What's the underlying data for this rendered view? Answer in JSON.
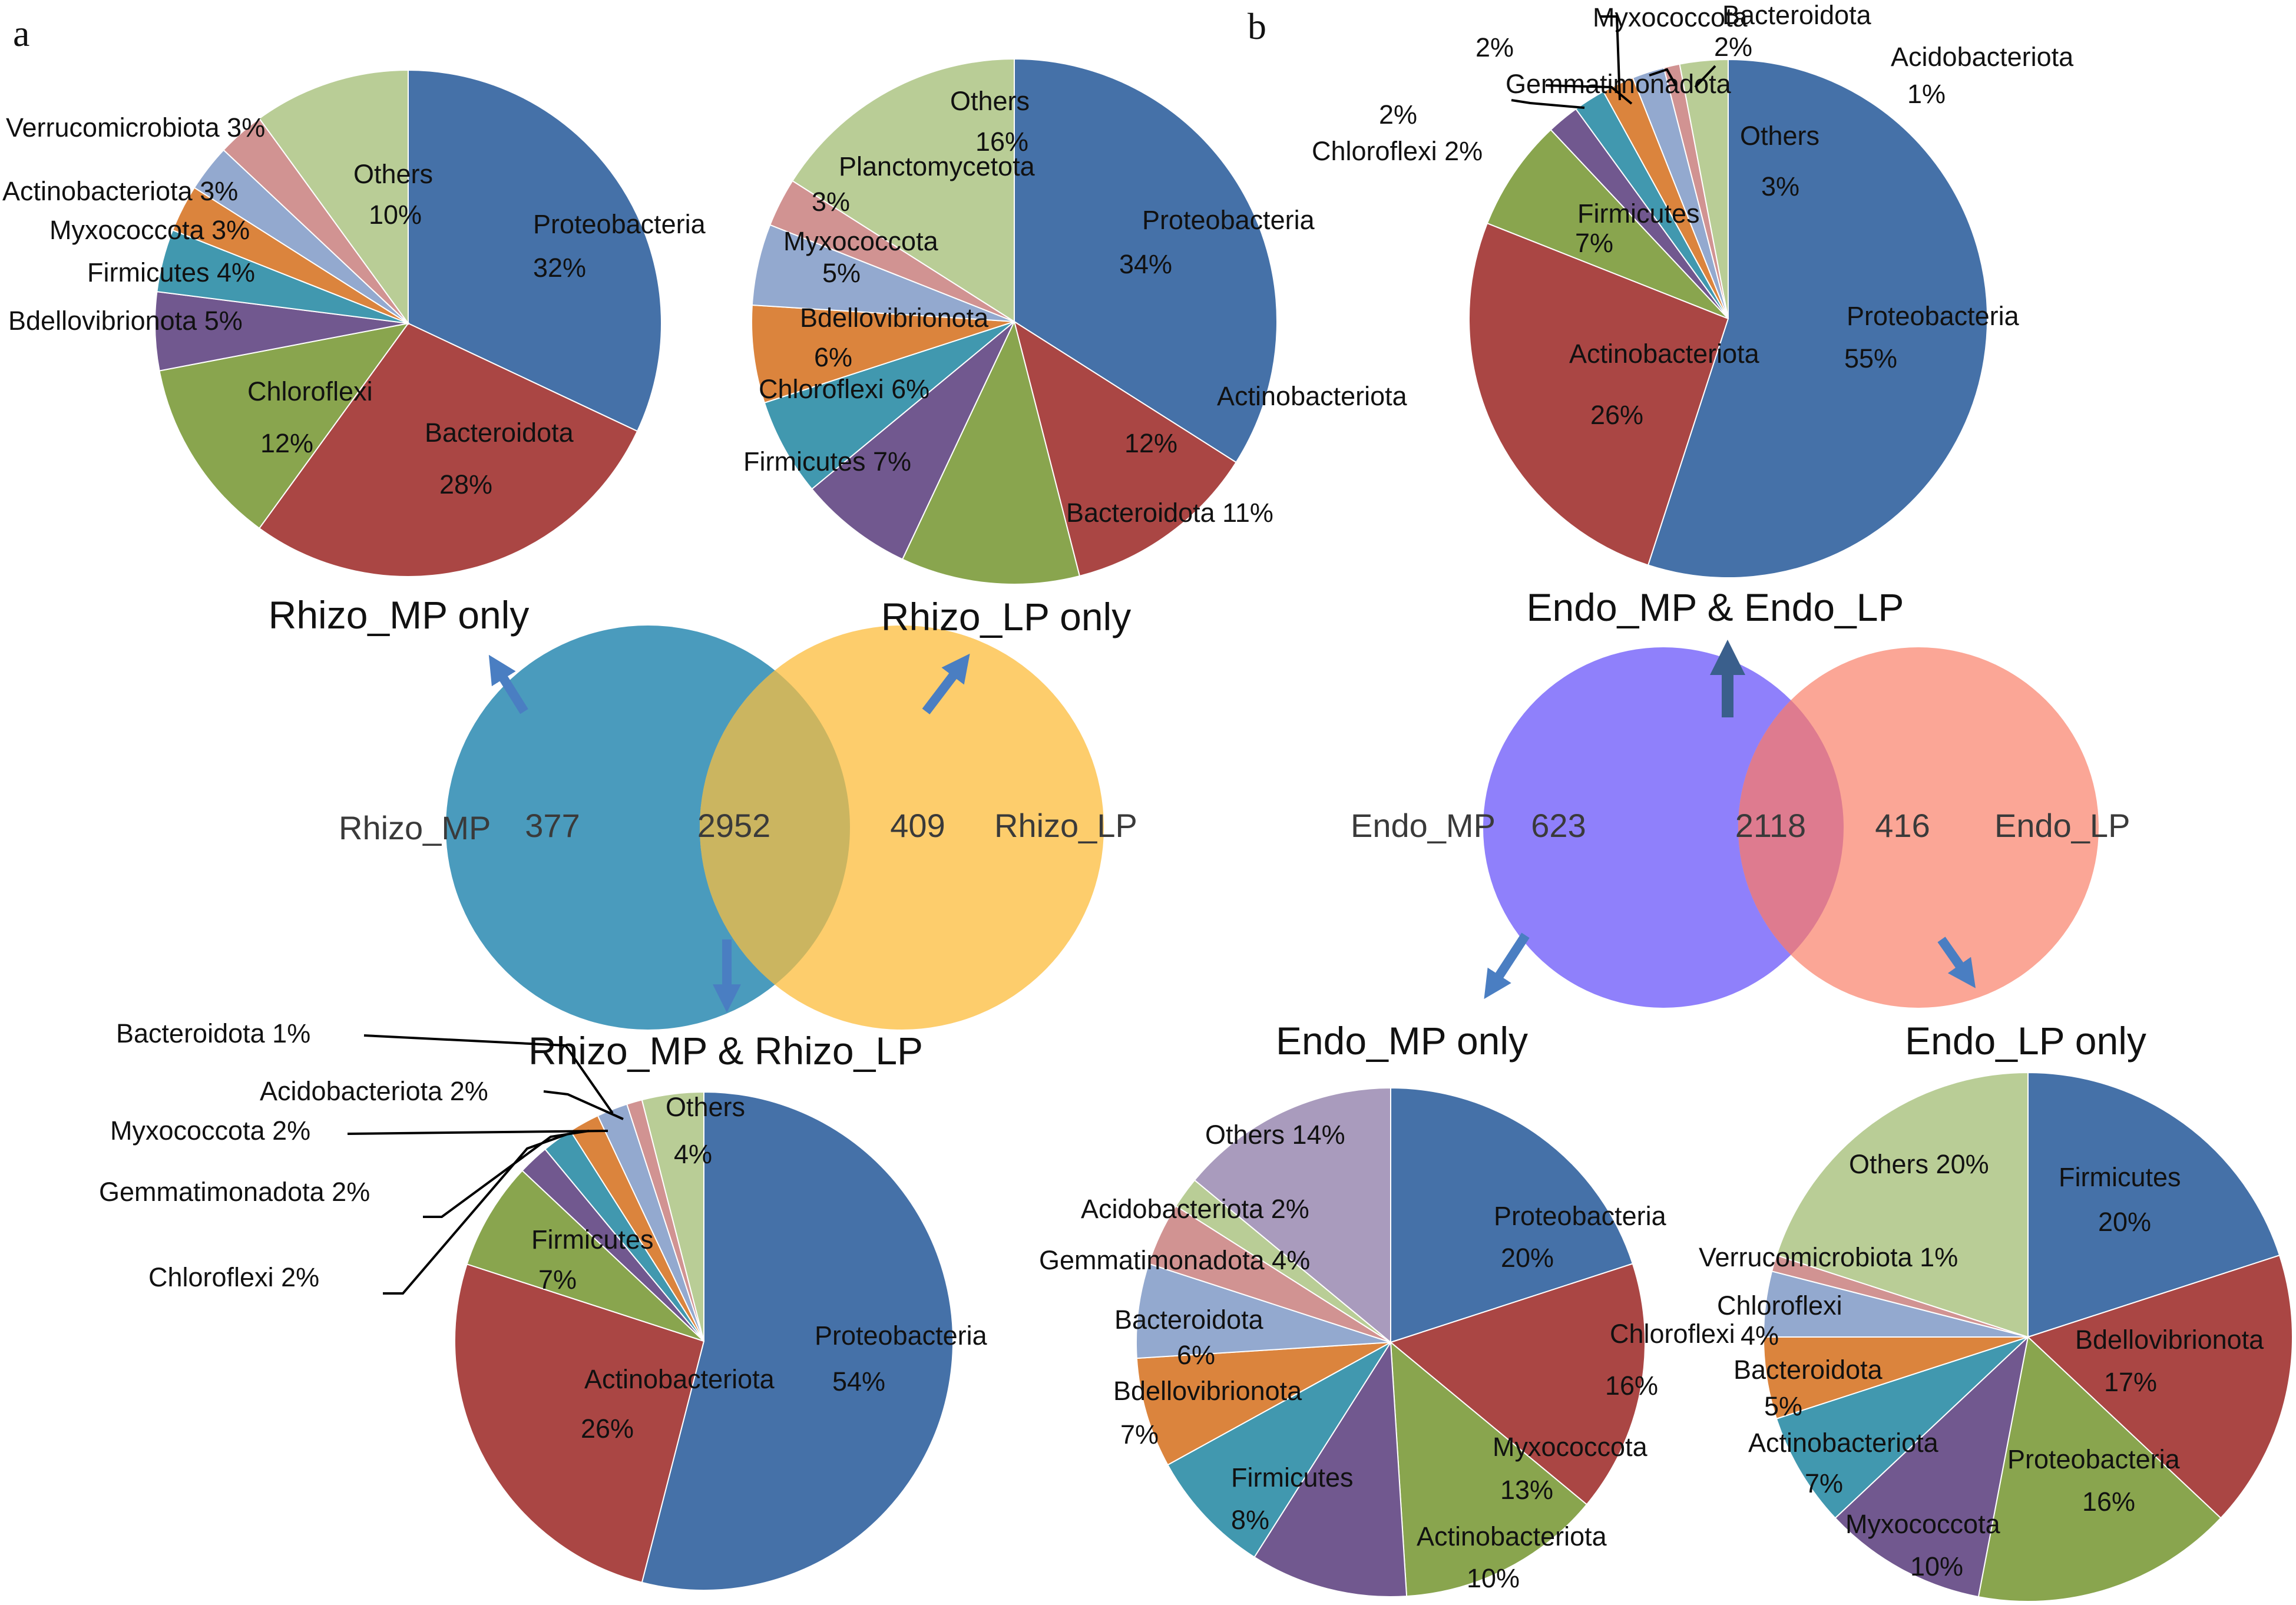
{
  "colors": {
    "blue": "#4571a8",
    "red": "#aa4644",
    "green": "#89a54e",
    "purple": "#71588f",
    "teal": "#4198af",
    "orange": "#db843d",
    "lightblue": "#93a9cf",
    "pink": "#d19392",
    "lightgreen": "#b9cd96",
    "lavender": "#a99bbd",
    "arrow": "#4a7ec2",
    "darkarrow": "#3a5f8c",
    "leader": "#000000"
  },
  "panel_letters": [
    "a",
    "b"
  ],
  "venns": [
    {
      "left_name": "Rhizo_MP",
      "right_name": "Rhizo_LP",
      "left_only": "377",
      "shared": "2952",
      "right_only": "409",
      "left_color": "#4a9bbd",
      "right_color": "#fdcd6c",
      "overlap_color": "#cbb560"
    },
    {
      "left_name": "Endo_MP",
      "right_name": "Endo_LP",
      "left_only": "623",
      "shared": "2118",
      "right_only": "416",
      "left_color": "#8f80fb",
      "right_color": "#fba696",
      "overlap_color": "#de7b8f"
    }
  ],
  "titles": {
    "rhizo_mp_only": "Rhizo_MP only",
    "rhizo_lp_only": "Rhizo_LP only",
    "rhizo_shared": "Rhizo_MP & Rhizo_LP",
    "endo_shared": "Endo_MP & Endo_LP",
    "endo_mp_only": "Endo_MP only",
    "endo_lp_only": "Endo_LP only"
  },
  "chart_data": [
    {
      "type": "pie",
      "title": "Rhizo_MP only",
      "slices": [
        {
          "label": "Proteobacteria",
          "value": 32,
          "text": "32%",
          "color": "blue"
        },
        {
          "label": "Bacteroidota",
          "value": 28,
          "text": "28%",
          "color": "red"
        },
        {
          "label": "Chloroflexi",
          "value": 12,
          "text": "12%",
          "color": "green"
        },
        {
          "label": "Bdellovibrionota",
          "value": 5,
          "text": "5%",
          "color": "purple"
        },
        {
          "label": "Firmicutes",
          "value": 4,
          "text": "4%",
          "color": "teal"
        },
        {
          "label": "Myxococcota",
          "value": 3,
          "text": "3%",
          "color": "orange"
        },
        {
          "label": "Actinobacteriota",
          "value": 3,
          "text": "3%",
          "color": "lightblue"
        },
        {
          "label": "Verrucomicrobiota",
          "value": 3,
          "text": "3%",
          "color": "pink"
        },
        {
          "label": "Others",
          "value": 10,
          "text": "10%",
          "color": "lightgreen"
        }
      ]
    },
    {
      "type": "pie",
      "title": "Rhizo_LP only",
      "slices": [
        {
          "label": "Proteobacteria",
          "value": 34,
          "text": "34%",
          "color": "blue"
        },
        {
          "label": "Actinobacteriota",
          "value": 12,
          "text": "12%",
          "color": "red"
        },
        {
          "label": "Bacteroidota",
          "value": 11,
          "text": "11%",
          "color": "green"
        },
        {
          "label": "Firmicutes",
          "value": 7,
          "text": "7%",
          "color": "purple"
        },
        {
          "label": "Chloroflexi",
          "value": 6,
          "text": "6%",
          "color": "teal"
        },
        {
          "label": "Bdellovibrionota",
          "value": 6,
          "text": "6%",
          "color": "orange"
        },
        {
          "label": "Myxococcota",
          "value": 5,
          "text": "5%",
          "color": "lightblue"
        },
        {
          "label": "Planctomycetota",
          "value": 3,
          "text": "3%",
          "color": "pink"
        },
        {
          "label": "Others",
          "value": 16,
          "text": "16%",
          "color": "lightgreen"
        }
      ]
    },
    {
      "type": "pie",
      "title": "Rhizo_MP & Rhizo_LP",
      "slices": [
        {
          "label": "Proteobacteria",
          "value": 54,
          "text": "54%",
          "color": "blue"
        },
        {
          "label": "Actinobacteriota",
          "value": 26,
          "text": "26%",
          "color": "red"
        },
        {
          "label": "Firmicutes",
          "value": 7,
          "text": "7%",
          "color": "green"
        },
        {
          "label": "Chloroflexi",
          "value": 2,
          "text": "2%",
          "color": "purple"
        },
        {
          "label": "Gemmatimonadota",
          "value": 2,
          "text": "2%",
          "color": "teal"
        },
        {
          "label": "Myxococcota",
          "value": 2,
          "text": "2%",
          "color": "orange"
        },
        {
          "label": "Acidobacteriota",
          "value": 2,
          "text": "2%",
          "color": "lightblue"
        },
        {
          "label": "Bacteroidota",
          "value": 1,
          "text": "1%",
          "color": "pink"
        },
        {
          "label": "Others",
          "value": 4,
          "text": "4%",
          "color": "lightgreen"
        }
      ]
    },
    {
      "type": "pie",
      "title": "Endo_MP & Endo_LP",
      "slices": [
        {
          "label": "Proteobacteria",
          "value": 55,
          "text": "55%",
          "color": "blue"
        },
        {
          "label": "Actinobacteriota",
          "value": 26,
          "text": "26%",
          "color": "red"
        },
        {
          "label": "Firmicutes",
          "value": 7,
          "text": "7%",
          "color": "green"
        },
        {
          "label": "Chloroflexi",
          "value": 2,
          "text": "2%",
          "color": "purple"
        },
        {
          "label": "Gemmatimonadota",
          "value": 2,
          "text": "2%",
          "color": "teal"
        },
        {
          "label": "Myxococcota",
          "value": 2,
          "text": "2%",
          "color": "orange"
        },
        {
          "label": "Bacteroidota",
          "value": 2,
          "text": "2%",
          "color": "lightblue"
        },
        {
          "label": "Acidobacteriota",
          "value": 1,
          "text": "1%",
          "color": "pink"
        },
        {
          "label": "Others",
          "value": 3,
          "text": "3%",
          "color": "lightgreen"
        }
      ]
    },
    {
      "type": "pie",
      "title": "Endo_MP only",
      "slices": [
        {
          "label": "Proteobacteria",
          "value": 20,
          "text": "20%",
          "color": "blue"
        },
        {
          "label": "Chloroflexi",
          "value": 16,
          "text": "16%",
          "color": "red"
        },
        {
          "label": "Myxococcota",
          "value": 13,
          "text": "13%",
          "color": "green"
        },
        {
          "label": "Actinobacteriota",
          "value": 10,
          "text": "10%",
          "color": "purple"
        },
        {
          "label": "Firmicutes",
          "value": 8,
          "text": "8%",
          "color": "teal"
        },
        {
          "label": "Bdellovibrionota",
          "value": 7,
          "text": "7%",
          "color": "orange"
        },
        {
          "label": "Bacteroidota",
          "value": 6,
          "text": "6%",
          "color": "lightblue"
        },
        {
          "label": "Gemmatimonadota",
          "value": 4,
          "text": "4%",
          "color": "pink"
        },
        {
          "label": "Acidobacteriota",
          "value": 2,
          "text": "2%",
          "color": "lightgreen"
        },
        {
          "label": "Others",
          "value": 14,
          "text": "14%",
          "color": "lavender"
        }
      ]
    },
    {
      "type": "pie",
      "title": "Endo_LP only",
      "slices": [
        {
          "label": "Firmicutes",
          "value": 20,
          "text": "20%",
          "color": "blue"
        },
        {
          "label": "Bdellovibrionota",
          "value": 17,
          "text": "17%",
          "color": "red"
        },
        {
          "label": "Proteobacteria",
          "value": 16,
          "text": "16%",
          "color": "green"
        },
        {
          "label": "Myxococcota",
          "value": 10,
          "text": "10%",
          "color": "purple"
        },
        {
          "label": "Actinobacteriota",
          "value": 7,
          "text": "7%",
          "color": "teal"
        },
        {
          "label": "Bacteroidota",
          "value": 5,
          "text": "5%",
          "color": "orange"
        },
        {
          "label": "Chloroflexi",
          "value": 4,
          "text": "4%",
          "color": "lightblue"
        },
        {
          "label": "Verrucomicrobiota",
          "value": 1,
          "text": "1%",
          "color": "pink"
        },
        {
          "label": "Others",
          "value": 20,
          "text": "20%",
          "color": "lightgreen"
        }
      ]
    }
  ]
}
